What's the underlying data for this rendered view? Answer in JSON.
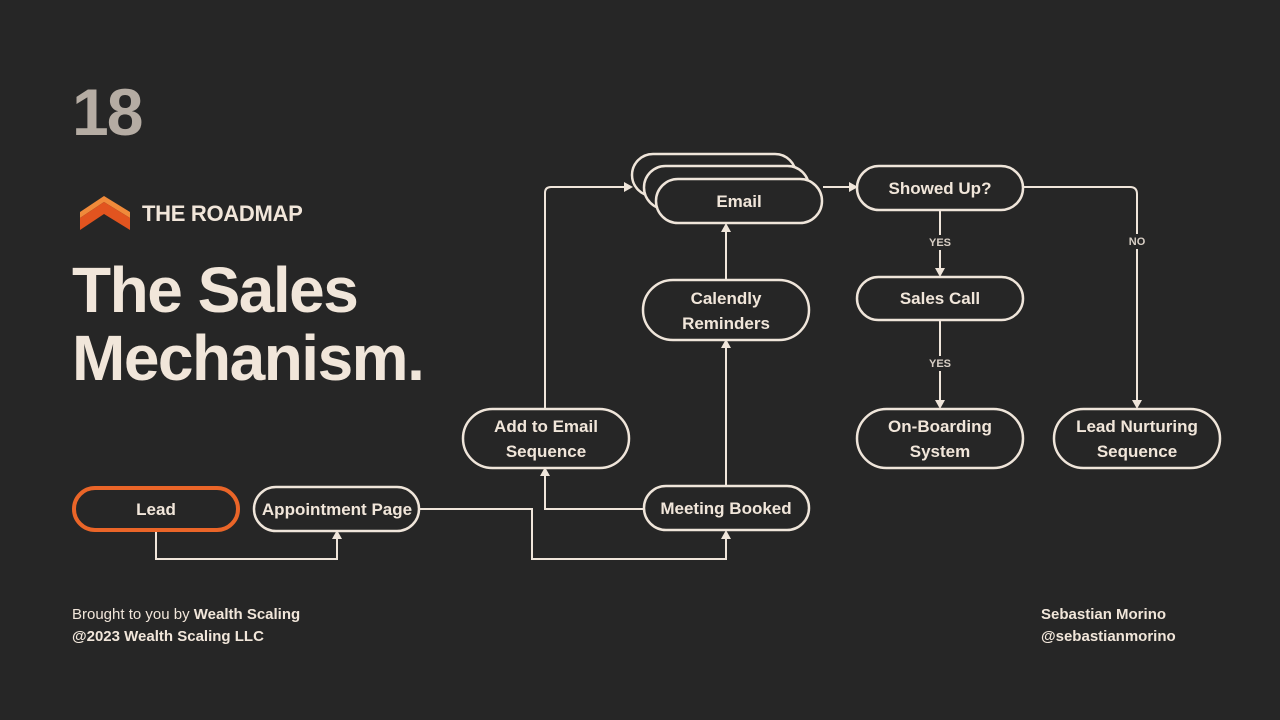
{
  "slide": {
    "number": "18",
    "brand": "THE ROADMAP",
    "title_line1": "The Sales",
    "title_line2": "Mechanism."
  },
  "footer": {
    "left_prefix": "Brought to you by ",
    "left_brand": "Wealth Scaling",
    "left_copyright": "@2023 Wealth Scaling LLC",
    "author_name": "Sebastian Morino",
    "author_handle": "@sebastianmorino"
  },
  "nodes": {
    "lead": "Lead",
    "appointment_page": "Appointment Page",
    "meeting_booked": "Meeting Booked",
    "add_to_email_l1": "Add to Email",
    "add_to_email_l2": "Sequence",
    "calendly_l1": "Calendly",
    "calendly_l2": "Reminders",
    "email": "Email",
    "showed_up": "Showed Up?",
    "sales_call": "Sales Call",
    "onboarding_l1": "On-Boarding",
    "onboarding_l2": "System",
    "nurturing_l1": "Lead Nurturing",
    "nurturing_l2": "Sequence"
  },
  "edges": {
    "yes1": "YES",
    "yes2": "YES",
    "no": "NO"
  },
  "colors": {
    "background": "#262626",
    "text": "#f1e6da",
    "accent": "#ea6528",
    "muted": "#b5aca3"
  }
}
